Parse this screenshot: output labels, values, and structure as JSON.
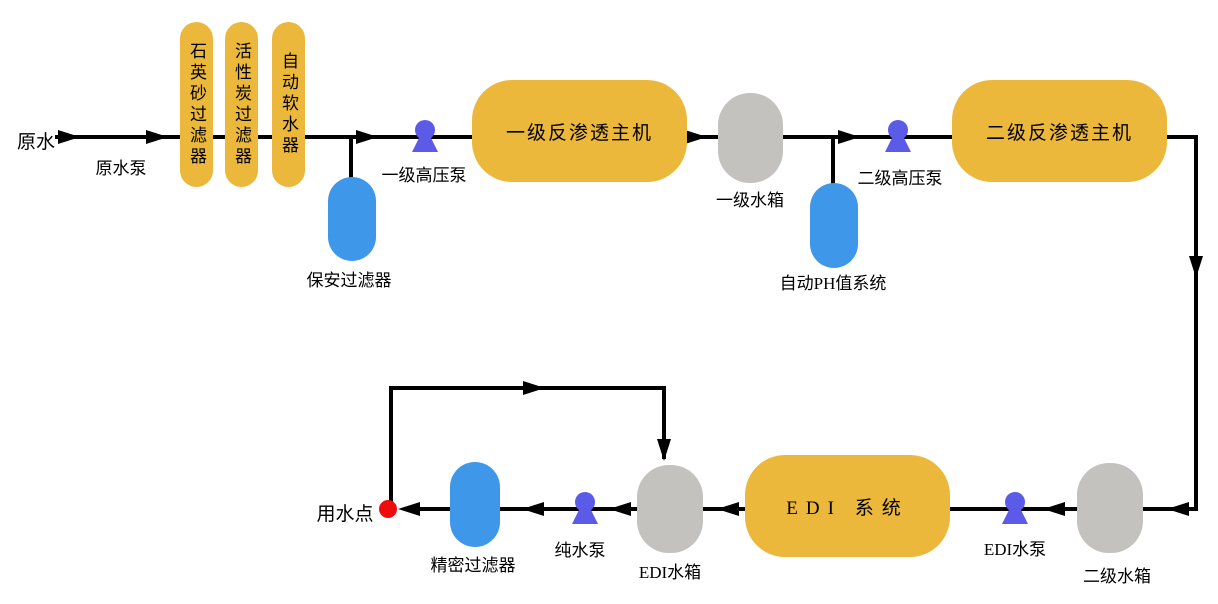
{
  "nodes": {
    "raw_water": {
      "label": "原水"
    },
    "raw_water_pump": {
      "label": "原水泵"
    },
    "quartz_sand_filter": {
      "label": "石英砂过滤器"
    },
    "carbon_filter": {
      "label": "活性炭过滤器"
    },
    "auto_softener": {
      "label": "自动软水器"
    },
    "security_filter": {
      "label": "保安过滤器"
    },
    "stage1_hp_pump": {
      "label": "一级高压泵"
    },
    "stage1_ro": {
      "label": "一级反渗透主机"
    },
    "stage1_tank": {
      "label": "一级水箱"
    },
    "auto_ph_system": {
      "label": "自动PH值系统"
    },
    "stage2_hp_pump": {
      "label": "二级高压泵"
    },
    "stage2_ro": {
      "label": "二级反渗透主机"
    },
    "stage2_tank": {
      "label": "二级水箱"
    },
    "edi_pump": {
      "label": "EDI水泵"
    },
    "edi_system": {
      "label": "EDI 系统"
    },
    "edi_tank": {
      "label": "EDI水箱"
    },
    "pure_water_pump": {
      "label": "纯水泵"
    },
    "precision_filter": {
      "label": "精密过滤器"
    },
    "water_use_point": {
      "label": "用水点"
    }
  },
  "icons": {
    "pump": "pump-icon",
    "water_use_point": "red-dot-icon",
    "flow_arrow": "arrowhead-icon"
  },
  "colors": {
    "filter_yellow": "#EBB83C",
    "vessel_blue": "#3F97EA",
    "tank_gray": "#C4C2BE",
    "pump_blue": "#5B5BE8",
    "point_red": "#EE0D0D",
    "line_black": "#000000"
  }
}
